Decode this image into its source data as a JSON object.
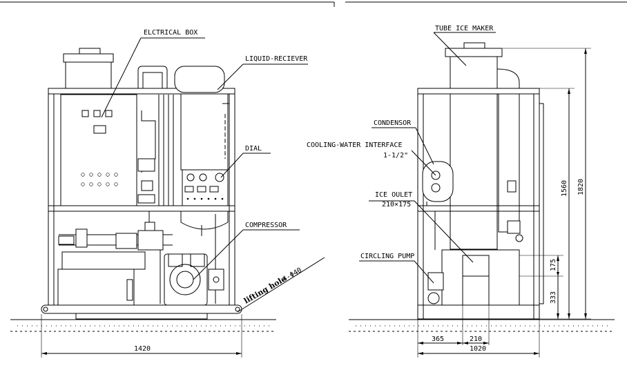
{
  "labels": {
    "electrical_box": "ELCTRICAL BOX",
    "liquid_reciever": "LIQUID-RECIEVER",
    "dial": "DIAL",
    "compressor": "COMPRESSOR",
    "lifting_hole": "lifting hole",
    "lifting_hole_spec": "4-Φ40",
    "tube_ice_maker": "TUBE ICE MAKER",
    "condensor": "CONDENSOR",
    "cooling_water_interface": "COOLING-WATER INTERFACE",
    "cooling_water_size": "1-1/2\"",
    "ice_outlet": "ICE OULET",
    "ice_outlet_size": "210×175",
    "circling_pump": "CIRCLING PUMP"
  },
  "dimensions": {
    "front_width": "1420",
    "side_width": "1020",
    "side_365": "365",
    "side_210": "210",
    "height_1820": "1820",
    "height_1560": "1560",
    "height_175": "175",
    "height_333": "333"
  }
}
